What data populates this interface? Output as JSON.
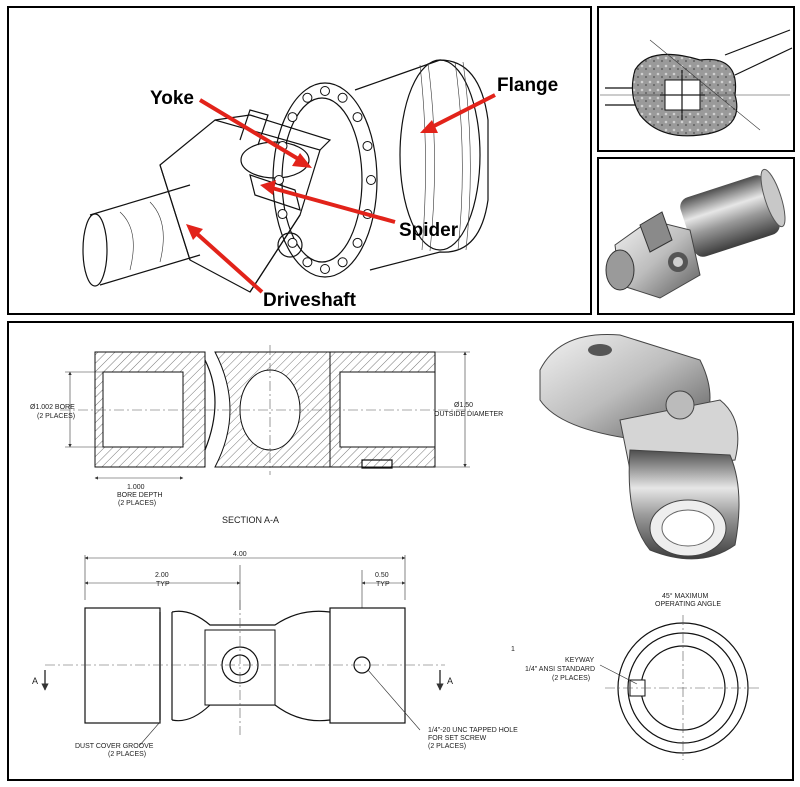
{
  "panels": {
    "main_title": "Universal joint components",
    "callouts": {
      "yoke": "Yoke",
      "flange": "Flange",
      "spider": "Spider",
      "driveshaft": "Driveshaft"
    }
  },
  "drawing": {
    "section_label": "SECTION A-A",
    "bore_line1": "Ø1.002 BORE",
    "bore_line2": "(2 PLACES)",
    "od_line1": "Ø1.50",
    "od_line2": "OUTSIDE DIAMETER",
    "depth_line1": "1.000",
    "depth_line2": "BORE DEPTH",
    "depth_line3": "(2 PLACES)",
    "overall_length": "4.00",
    "half_length": "2.00",
    "half_typ": "TYP",
    "hole_offset": "0.50",
    "hole_typ": "TYP",
    "section_mark_left": "A",
    "section_mark_right": "A",
    "groove_line1": "DUST COVER GROOVE",
    "groove_line2": "(2 PLACES)",
    "tap_line1": "1/4\"-20 UNC TAPPED HOLE",
    "tap_line2": "FOR SET SCREW",
    "tap_line3": "(2 PLACES)",
    "angle_line1": "45° MAXIMUM",
    "angle_line2": "OPERATING ANGLE",
    "keyway_line1": "KEYWAY",
    "keyway_line2": "1/4\" ANSI STANDARD",
    "keyway_line3": "(2 PLACES)",
    "stray_mark": "1"
  },
  "colors": {
    "arrow": "#e2231a",
    "frame": "#000000",
    "metal_dark": "#6b6b6b",
    "metal_light": "#d9d9d9"
  }
}
